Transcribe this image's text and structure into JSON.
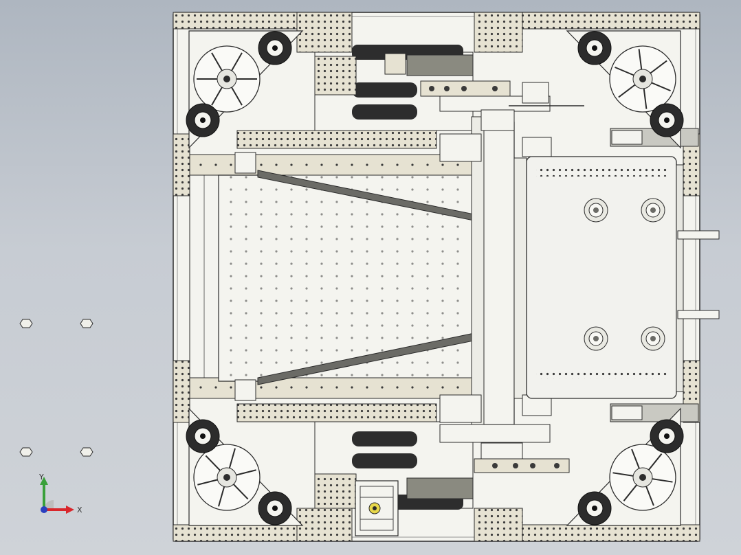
{
  "viewport": {
    "background_top": "#aeb6c0",
    "background_bottom": "#cfd3d8"
  },
  "colors": {
    "plate": "#f4f4ef",
    "plate_stroke": "#2b2b2b",
    "beige_plate": "#e6e2d2",
    "hole": "#3a3a3a",
    "motor_dark": "#2c2c2c",
    "rail_dark": "#6b6b66",
    "axis_x": "#d9262b",
    "axis_y": "#3aa03a",
    "axis_origin": "#2a3fbf"
  },
  "icons": {
    "orientation_triad": "xyz-triad-icon",
    "wheel_module": "mecanum-wheel-icon",
    "standoff": "hex-standoff-icon"
  },
  "triad": {
    "x_label": "X",
    "y_label": "Y"
  },
  "model": {
    "wheel_count": 4,
    "standoff_count": 4
  }
}
